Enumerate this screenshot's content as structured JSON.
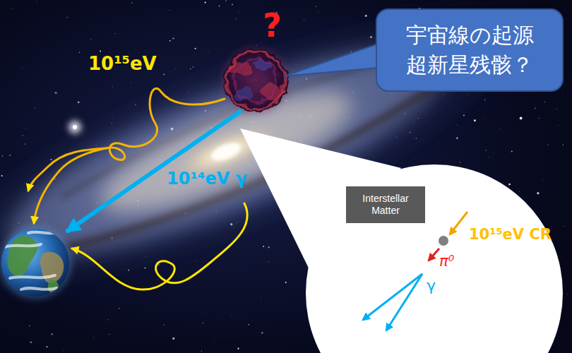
{
  "diagram": {
    "nodes": [
      {
        "text": [
          "宇宙線の起源 超新星残骸？"
        ]
      },
      {
        "text": [
          "Interstellar Matter"
        ]
      }
    ],
    "labels": [
      "?",
      "10¹⁵eV",
      "10¹⁴eV γ",
      "10¹⁵eV CR",
      "π⁰",
      "γ"
    ]
  }
}
